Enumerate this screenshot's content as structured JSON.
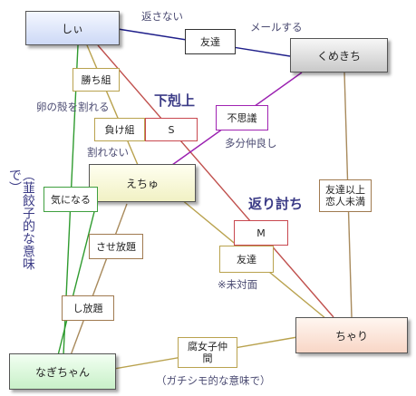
{
  "nodes": {
    "shii": "しぃ",
    "kumekichi": "くめきち",
    "echu": "えちゅ",
    "chari": "ちゃり",
    "nagichan": "なぎちゃん"
  },
  "edge_labels": {
    "tomodachi_top": "友達",
    "kachigumi": "勝ち組",
    "makegumi": "負け組",
    "s": "S",
    "fushigi": "不思議",
    "kininaru": "気になる",
    "tomodachi_ijou": "友達以上\n恋人未満",
    "m": "M",
    "tomodachi_mid": "友達",
    "sase_houdai": "させ放題",
    "shi_houdai": "し放題",
    "fujoshi": "腐女子仲\n間"
  },
  "annotations": {
    "kaesanai": "返さない",
    "mail_suru": "メールする",
    "gekokujou": "下剋上",
    "tamago": "卵の殻を割れる",
    "warenai": "割れない",
    "tabun": "多分仲良し",
    "kaeriuchi": "返り討ち",
    "vertical": "（韮餃子的な意味で）",
    "mitaimen": "※未対面",
    "gachishimo": "（ガチシモ的な意味で）"
  },
  "colors": {
    "blue_line": "#1f1f8a",
    "purple_line": "#9a1fb0",
    "green_line": "#2f9b2f",
    "red_line": "#c0504d",
    "brown_line": "#a88a5c",
    "gold_line": "#b9a24e"
  }
}
